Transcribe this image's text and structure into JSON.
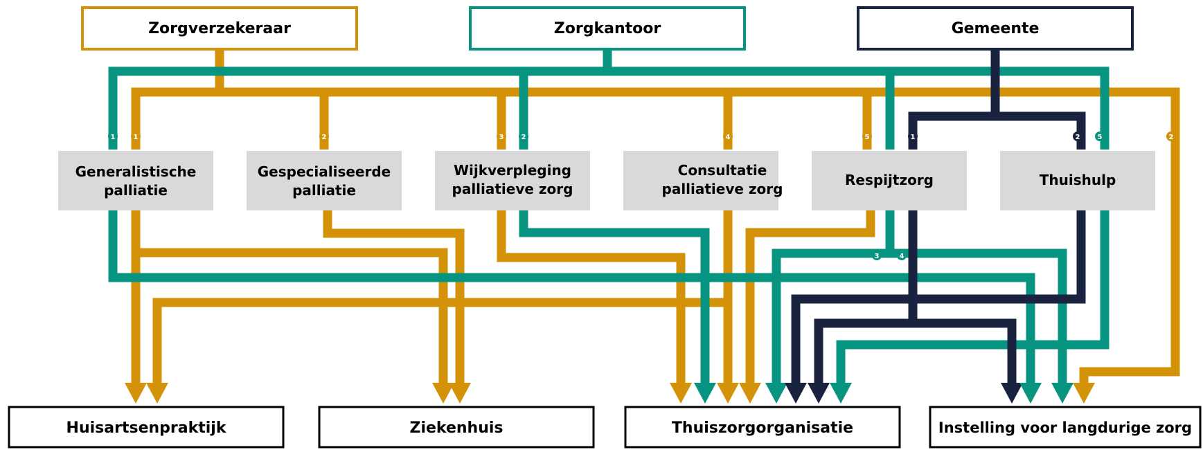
{
  "colors": {
    "zorgverzekeraar": "#d39208",
    "zorgkantoor": "#079481",
    "gemeente": "#19233f",
    "service_box": "#d9d9d9",
    "text": "#000000"
  },
  "funders": {
    "zorgverzekeraar": "Zorgverzekeraar",
    "zorgkantoor": "Zorgkantoor",
    "gemeente": "Gemeente"
  },
  "services": {
    "generalistische": "Generalistische palliatie",
    "gespecialiseerde": "Gespecialiseerde palliatie",
    "wijkverpleging": "Wijkverpleging palliatieve zorg",
    "consultatie": "Consultatie palliatieve zorg",
    "respijtzorg": "Respijtzorg",
    "thuishulp": "Thuishulp"
  },
  "providers": {
    "huisarts": "Huisartsenpraktijk",
    "ziekenhuis": "Ziekenhuis",
    "thuiszorg": "Thuiszorgorganisatie",
    "instelling": "Instelling voor langdurige zorg"
  },
  "markers": {
    "1": "1",
    "2": "2",
    "3": "3",
    "4": "4",
    "5": "5"
  }
}
